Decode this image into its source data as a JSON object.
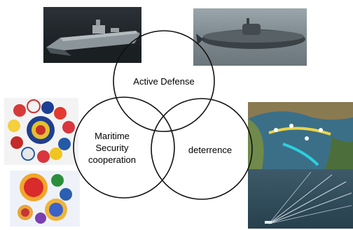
{
  "diagram": {
    "circles": [
      {
        "id": "active-defense",
        "label": "Active Defense"
      },
      {
        "id": "maritime-security",
        "label_lines": [
          "Maritime",
          "Security",
          "cooperation"
        ]
      },
      {
        "id": "deterrence",
        "label": "deterrence"
      }
    ]
  },
  "images": {
    "top_left": "warship",
    "top_right": "submarine",
    "left_top": "flag-ball-cluster",
    "left_bottom": "gear-flags",
    "right_top": "sea-map",
    "right_bottom": "ocean-ship-wakes"
  }
}
